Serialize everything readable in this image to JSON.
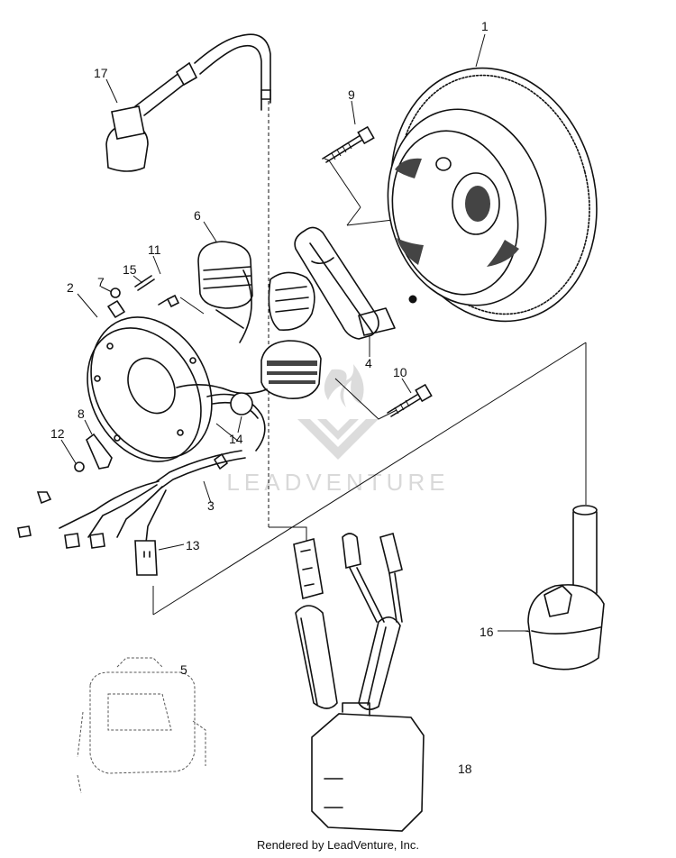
{
  "watermark": {
    "text": "LEADVENTURE"
  },
  "footer": {
    "text": "Rendered by LeadVenture, Inc."
  },
  "callouts": {
    "c1": "1",
    "c2": "2",
    "c3": "3",
    "c4": "4",
    "c5": "5",
    "c6": "6",
    "c7": "7",
    "c8": "8",
    "c9": "9",
    "c10": "10",
    "c11": "11",
    "c12": "12",
    "c13": "13",
    "c14": "14",
    "c15": "15",
    "c16": "16",
    "c17": "17",
    "c18": "18"
  },
  "icons": {
    "flywheel": "flywheel-icon",
    "stator": "stator-plate-icon",
    "ignition_coil": "ignition-coil-icon",
    "spark_plug_cap": "spark-plug-cap-icon",
    "regulator": "regulator-icon",
    "trigger_coil": "pulser-coil-icon",
    "cdi": "cdi-box-icon"
  }
}
